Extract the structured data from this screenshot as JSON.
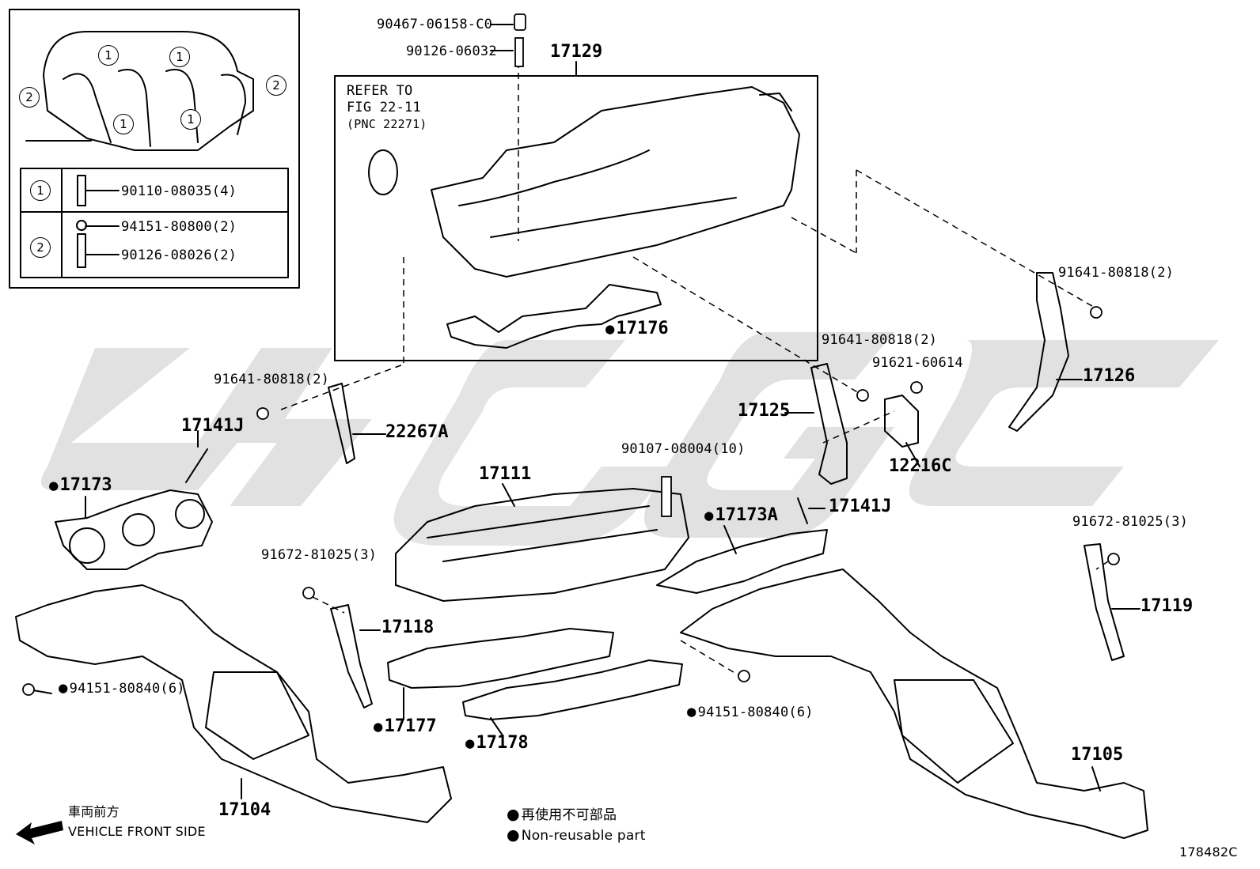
{
  "inset": {
    "rows": [
      {
        "marker": "1",
        "parts": [
          "90110-08035(4)"
        ]
      },
      {
        "marker": "2",
        "parts": [
          "94151-80800(2)",
          "90126-08026(2)"
        ]
      }
    ],
    "diagram_markers": [
      "1",
      "1",
      "1",
      "1",
      "2",
      "2"
    ]
  },
  "refer": {
    "line1": "REFER TO",
    "line2": "FIG 22-11",
    "line3": "(PNC 22271)"
  },
  "labels": {
    "p90467": "90467-06158-C0",
    "p90126": "90126-06032",
    "p17129": "17129",
    "p17176": "17176",
    "p91641_a": "91641-80818(2)",
    "p91641_b": "91641-80818(2)",
    "p91641_c": "91641-80818(2)",
    "p91621": "91621-60614",
    "p17126": "17126",
    "p17125": "17125",
    "p12216c": "12216C",
    "p22267a": "22267A",
    "p17141j_a": "17141J",
    "p17141j_b": "17141J",
    "p17173": "17173",
    "p17173a": "17173A",
    "p17111": "17111",
    "p90107": "90107-08004(10)",
    "p91672_a": "91672-81025(3)",
    "p91672_b": "91672-81025(3)",
    "p17119": "17119",
    "p17118": "17118",
    "p94151_a": "94151-80840(6)",
    "p94151_b": "94151-80840(6)",
    "p17177": "17177",
    "p17178": "17178",
    "p17104": "17104",
    "p17105": "17105"
  },
  "footer": {
    "direction_jp": "車両前方",
    "direction_en": "VEHICLE FRONT SIDE",
    "legend_jp": "再使用不可部品",
    "legend_en": "Non-reusable part",
    "figure_id": "178482C"
  },
  "colors": {
    "watermark": "#e0e0e0",
    "line": "#000000"
  }
}
